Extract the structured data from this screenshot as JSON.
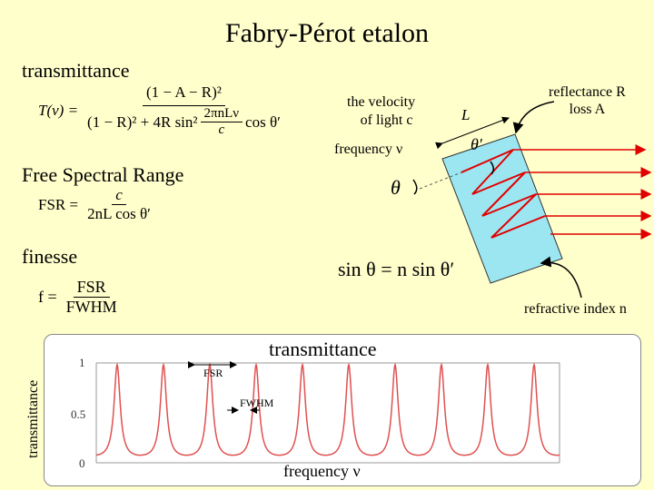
{
  "title": "Fabry-Pérot etalon",
  "sections": {
    "transmittance": "transmittance",
    "fsr": "Free Spectral Range",
    "finesse": "finesse"
  },
  "labels": {
    "velocity_line1": "the velocity",
    "velocity_line2": "of light c",
    "frequency": "frequency ν",
    "L": "L",
    "reflectance_line1": "reflectance R",
    "reflectance_line2": "loss A",
    "theta": "θ",
    "theta_prime": "θ′",
    "refractive_index": "refractive index n",
    "snell": "sin θ = n sin θ′"
  },
  "equations": {
    "T_lhs": "T(ν) =",
    "T_num": "(1 − A − R)²",
    "T_den_a": "(1 − R)² + 4R sin²",
    "T_den_frac_num": "2πnLν",
    "T_den_frac_den": "c",
    "T_den_b": "cos θ′",
    "FSR_lhs": "FSR =",
    "FSR_num": "c",
    "FSR_den": "2nL cos θ′",
    "f_lhs": "f =",
    "f_num": "FSR",
    "f_den": "FWHM"
  },
  "plot": {
    "title": "transmittance",
    "ylabel": "transmittance",
    "xlabel": "frequency ν",
    "fsr_label": "FSR",
    "fwhm_label": "FWHM",
    "yticks": [
      "1",
      "0.5",
      "0"
    ]
  },
  "chart_data": {
    "type": "line",
    "title": "transmittance",
    "xlabel": "frequency ν",
    "ylabel": "transmittance",
    "ylim": [
      0,
      1
    ],
    "yticks": [
      0,
      0.5,
      1
    ],
    "series": [
      {
        "name": "",
        "description_of_shape": "periodic Airy transmission peaks",
        "peak_count": 10,
        "peak_value": 1,
        "min_value": 0.06
      }
    ],
    "annotations": [
      "FSR",
      "FWHM"
    ],
    "colors": {
      "curve": "#E05050"
    }
  }
}
